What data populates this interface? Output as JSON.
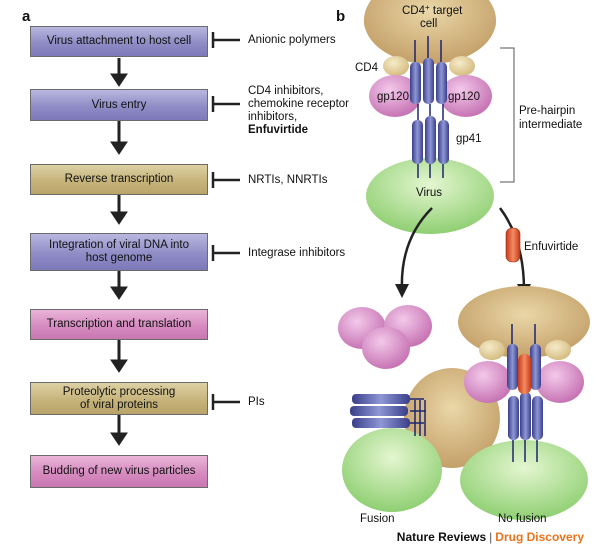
{
  "panel_a": {
    "letter": "a",
    "steps": [
      {
        "label": "Virus attachment to host cell",
        "inhibitor": "Anionic polymers",
        "inhibitor_bold": ""
      },
      {
        "label": "Virus entry",
        "inhibitor": "CD4 inhibitors, chemokine receptor inhibitors,",
        "inhibitor_bold": "Enfuvirtide"
      },
      {
        "label": "Reverse transcription",
        "inhibitor": "NRTIs, NNRTIs",
        "inhibitor_bold": ""
      },
      {
        "label": "Integration of viral DNA into host genome",
        "inhibitor": "Integrase inhibitors",
        "inhibitor_bold": ""
      },
      {
        "label": "Transcription and translation",
        "inhibitor": "",
        "inhibitor_bold": ""
      },
      {
        "label": "Proteolytic processing of viral proteins",
        "inhibitor": "PIs",
        "inhibitor_bold": ""
      },
      {
        "label": "Budding of new virus particles",
        "inhibitor": "",
        "inhibitor_bold": ""
      }
    ]
  },
  "panel_b": {
    "letter": "b",
    "target_cell_label": "CD4",
    "target_cell_sup": "+",
    "target_cell_suffix": " target",
    "target_cell_line2": "cell",
    "cd4_label": "CD4",
    "gp120_label": "gp120",
    "gp41_label": "gp41",
    "virus_label": "Virus",
    "intermediate_line1": "Pre-hairpin",
    "intermediate_line2": "intermediate",
    "drug_label": "Enfuvirtide",
    "outcome_left": "Fusion",
    "outcome_right": "No fusion"
  },
  "credit": {
    "journal": "Nature Reviews",
    "separator": "|",
    "section": "Drug Discovery"
  }
}
